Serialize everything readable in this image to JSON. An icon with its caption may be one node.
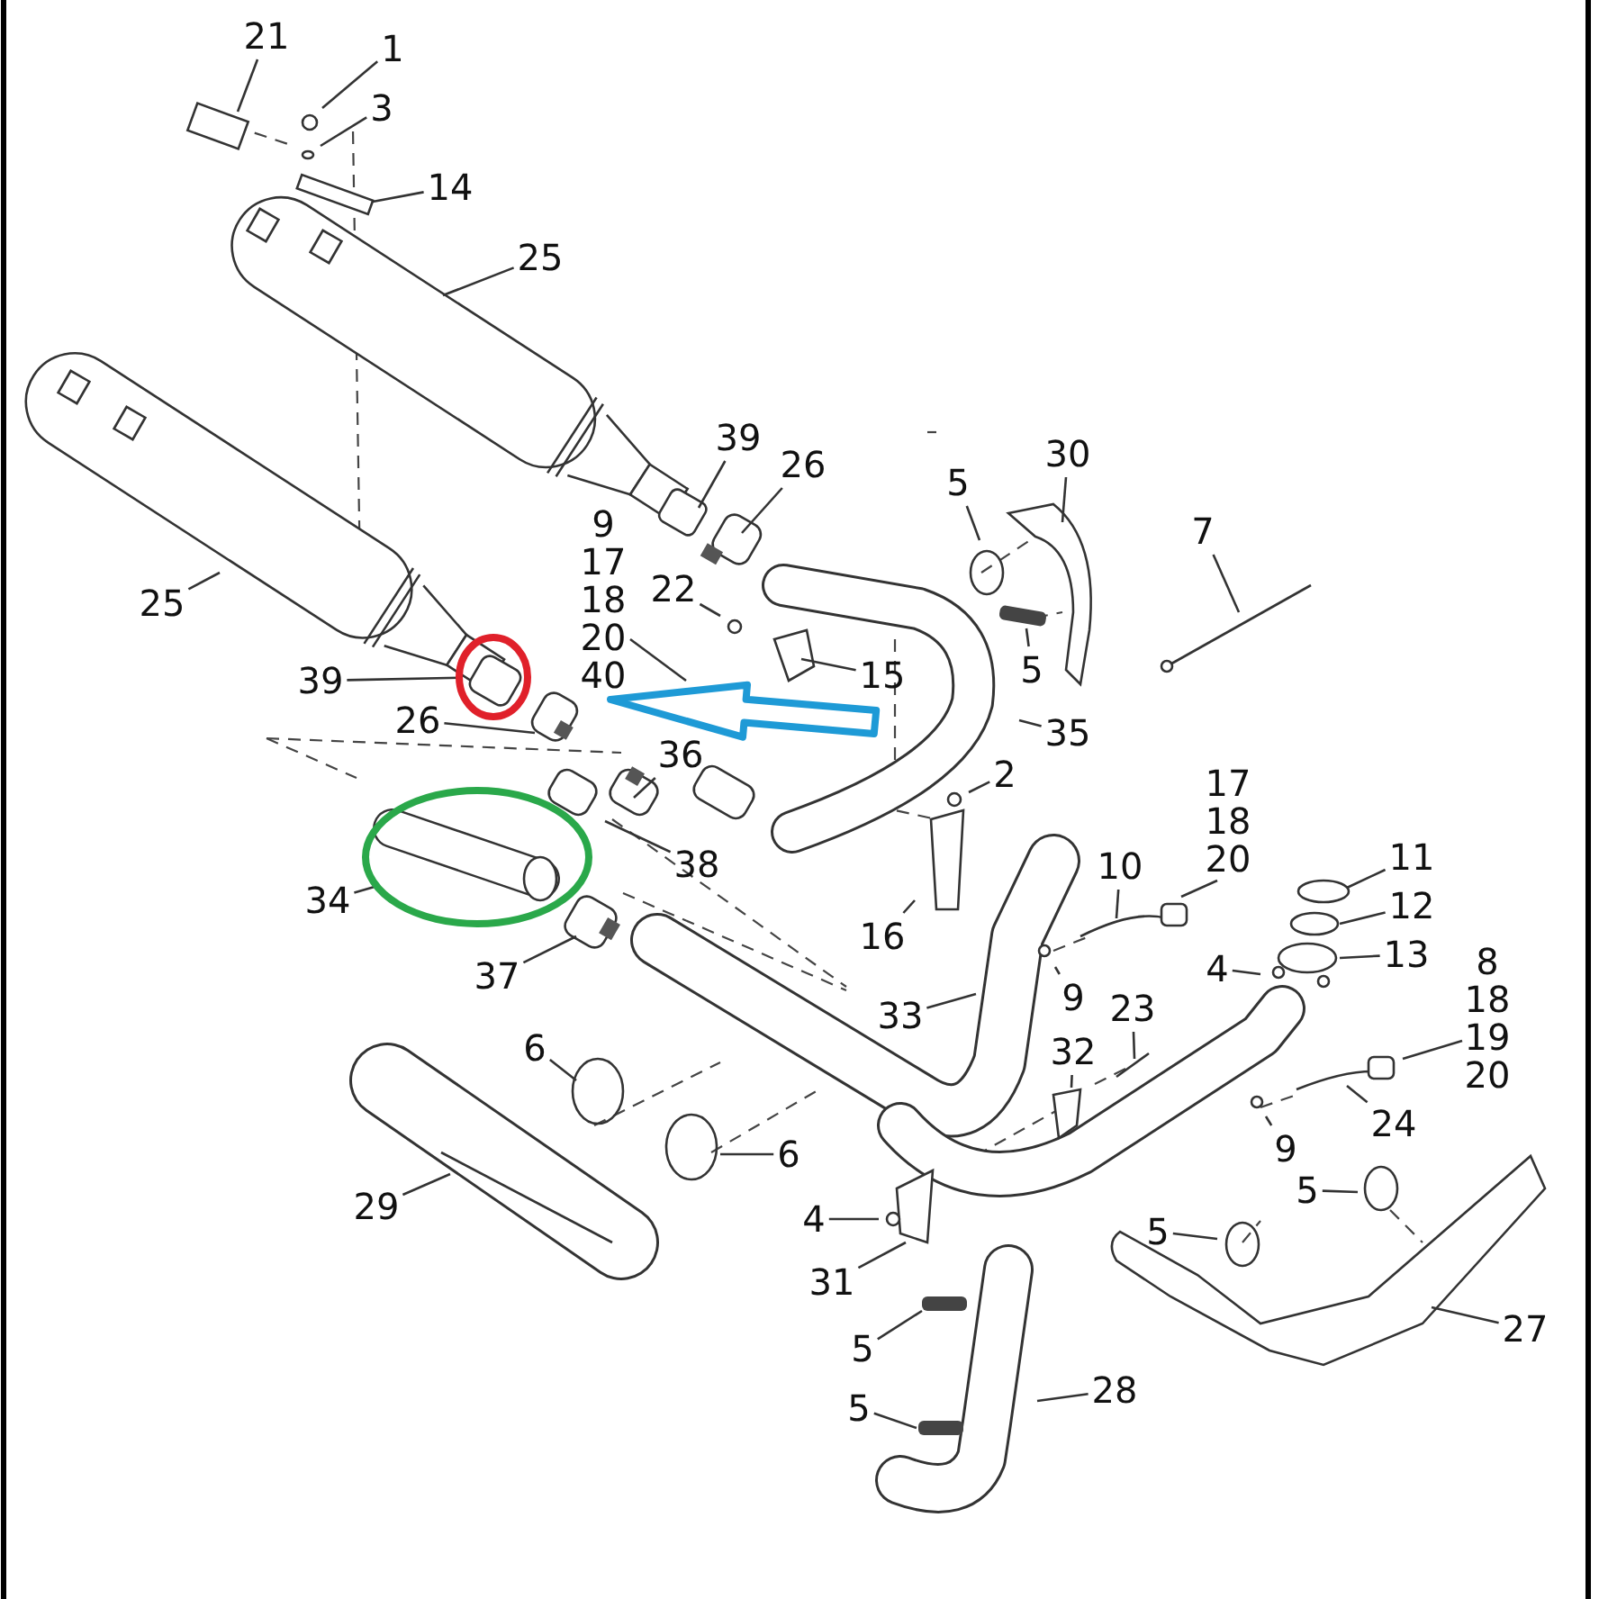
{
  "diagram": {
    "nodes": [
      {
        "text": [
          "21"
        ]
      },
      {
        "text": [
          "1"
        ]
      },
      {
        "text": [
          "3"
        ]
      },
      {
        "text": [
          "14"
        ]
      },
      {
        "text": [
          "25"
        ]
      },
      {
        "text": [
          "39"
        ]
      },
      {
        "text": [
          "26"
        ]
      },
      {
        "text": [
          "5"
        ]
      },
      {
        "text": [
          "30"
        ]
      },
      {
        "text": [
          "7"
        ]
      },
      {
        "text": [
          "9 17 18 20 40"
        ]
      },
      {
        "text": [
          "22"
        ]
      },
      {
        "text": [
          "25"
        ]
      },
      {
        "text": [
          "5"
        ]
      },
      {
        "text": [
          "15"
        ]
      },
      {
        "text": [
          "39"
        ]
      },
      {
        "text": [
          "26"
        ]
      },
      {
        "text": [
          "35"
        ]
      },
      {
        "text": [
          "36"
        ]
      },
      {
        "text": [
          "2"
        ]
      },
      {
        "text": [
          "17 18 20"
        ]
      },
      {
        "text": [
          "38"
        ]
      },
      {
        "text": [
          "11"
        ]
      },
      {
        "text": [
          "10"
        ]
      },
      {
        "text": [
          "34"
        ]
      },
      {
        "text": [
          "12"
        ]
      },
      {
        "text": [
          "16"
        ]
      },
      {
        "text": [
          "13"
        ]
      },
      {
        "text": [
          "4"
        ]
      },
      {
        "text": [
          "8 18 19 20"
        ]
      },
      {
        "text": [
          "37"
        ]
      },
      {
        "text": [
          "9"
        ]
      },
      {
        "text": [
          "33"
        ]
      },
      {
        "text": [
          "23"
        ]
      },
      {
        "text": [
          "6"
        ]
      },
      {
        "text": [
          "32"
        ]
      },
      {
        "text": [
          "24"
        ]
      },
      {
        "text": [
          "9"
        ]
      },
      {
        "text": [
          "6"
        ]
      },
      {
        "text": [
          "5"
        ]
      },
      {
        "text": [
          "29"
        ]
      },
      {
        "text": [
          "4"
        ]
      },
      {
        "text": [
          "5"
        ]
      },
      {
        "text": [
          "31"
        ]
      },
      {
        "text": [
          "27"
        ]
      },
      {
        "text": [
          "5"
        ]
      },
      {
        "text": [
          "28"
        ]
      },
      {
        "text": [
          "5"
        ]
      },
      {
        "text": [],
        "shape": "circle"
      },
      {
        "text": [],
        "shape": "circle"
      }
    ],
    "edges": [
      {
        "from": 0,
        "to": null,
        "arrow": "none"
      },
      {
        "from": 1,
        "to": null,
        "arrow": "none"
      },
      {
        "from": 2,
        "to": null,
        "arrow": "none"
      },
      {
        "from": 3,
        "to": null,
        "arrow": "none"
      },
      {
        "from": 4,
        "to": null,
        "arrow": "none"
      },
      {
        "from": 5,
        "to": null,
        "arrow": "none"
      },
      {
        "from": 6,
        "to": null,
        "arrow": "none"
      },
      {
        "from": 7,
        "to": null,
        "arrow": "none"
      },
      {
        "from": 8,
        "to": null,
        "arrow": "none"
      },
      {
        "from": 9,
        "to": null,
        "arrow": "none"
      },
      {
        "from": 10,
        "to": null,
        "arrow": "none"
      },
      {
        "from": 11,
        "to": null,
        "arrow": "none"
      },
      {
        "from": 12,
        "to": null,
        "arrow": "none"
      },
      {
        "from": 13,
        "to": null,
        "arrow": "none"
      },
      {
        "from": 14,
        "to": null,
        "arrow": "none"
      },
      {
        "from": 15,
        "to": 48,
        "arrow": "none"
      },
      {
        "from": 16,
        "to": null,
        "arrow": "none"
      },
      {
        "from": 17,
        "to": null,
        "arrow": "none"
      },
      {
        "from": 18,
        "to": null,
        "arrow": "none"
      },
      {
        "from": 19,
        "to": null,
        "arrow": "none"
      },
      {
        "from": 20,
        "to": null,
        "arrow": "none"
      },
      {
        "from": 21,
        "to": null,
        "arrow": "none"
      },
      {
        "from": 22,
        "to": null,
        "arrow": "none"
      },
      {
        "from": 23,
        "to": null,
        "arrow": "none"
      },
      {
        "from": 24,
        "to": 49,
        "arrow": "none"
      },
      {
        "from": 25,
        "to": null,
        "arrow": "none"
      },
      {
        "from": 26,
        "to": null,
        "arrow": "none"
      },
      {
        "from": 27,
        "to": null,
        "arrow": "none"
      },
      {
        "from": 28,
        "to": null,
        "arrow": "none"
      },
      {
        "from": 29,
        "to": null,
        "arrow": "none"
      },
      {
        "from": 30,
        "to": null,
        "arrow": "none"
      },
      {
        "from": 31,
        "to": null,
        "arrow": "none"
      },
      {
        "from": 32,
        "to": null,
        "arrow": "none"
      },
      {
        "from": 33,
        "to": null,
        "arrow": "none"
      },
      {
        "from": 34,
        "to": null,
        "arrow": "none"
      },
      {
        "from": 35,
        "to": null,
        "arrow": "none"
      },
      {
        "from": 36,
        "to": null,
        "arrow": "none"
      },
      {
        "from": 37,
        "to": null,
        "arrow": "none"
      },
      {
        "from": 38,
        "to": null,
        "arrow": "none"
      },
      {
        "from": 39,
        "to": null,
        "arrow": "none"
      },
      {
        "from": 40,
        "to": null,
        "arrow": "none"
      },
      {
        "from": 41,
        "to": null,
        "arrow": "none"
      },
      {
        "from": 42,
        "to": null,
        "arrow": "none"
      },
      {
        "from": 43,
        "to": null,
        "arrow": "none"
      },
      {
        "from": 44,
        "to": null,
        "arrow": "none"
      },
      {
        "from": 45,
        "to": null,
        "arrow": "none"
      },
      {
        "from": 46,
        "to": null,
        "arrow": "none"
      },
      {
        "from": 47,
        "to": null,
        "arrow": "none"
      },
      {
        "from": null,
        "to": 10,
        "arrow": "to",
        "style": "thick",
        "color": "#1e9ad6"
      }
    ]
  }
}
